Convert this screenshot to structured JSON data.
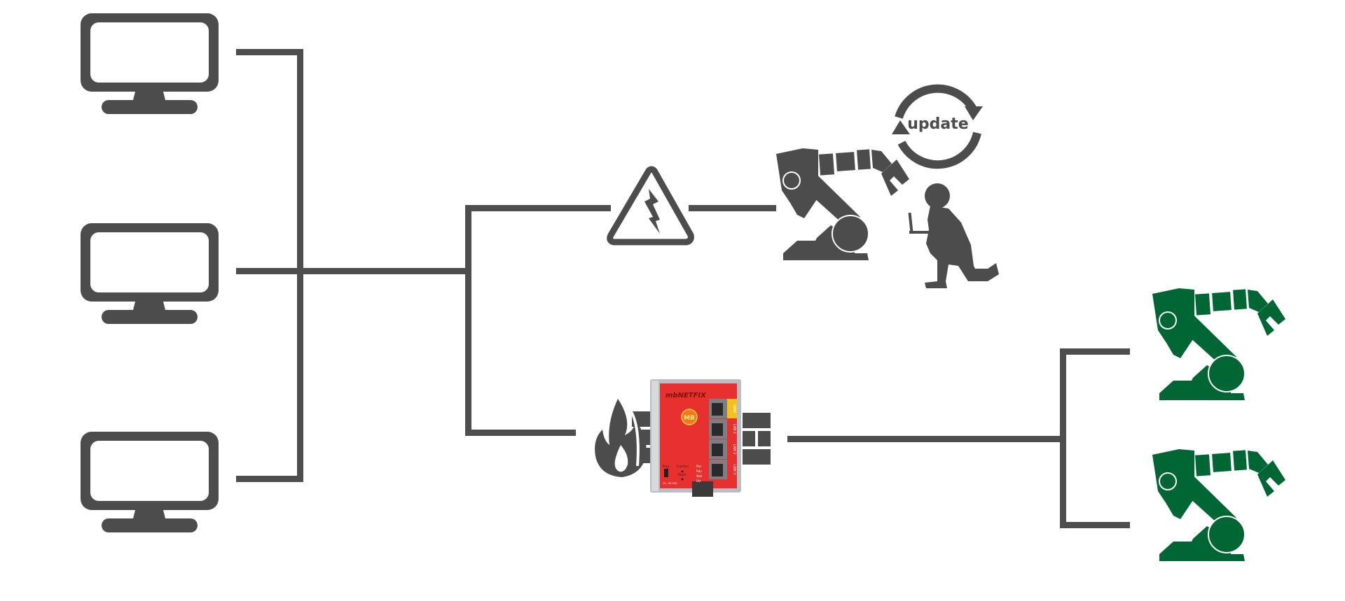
{
  "diagram": {
    "colors": {
      "line": "#4f4e4f",
      "icon_dark": "#4d4c4d",
      "robot_green": "#006633",
      "device_red": "#e8312f",
      "device_yellow": "#f5c21b",
      "device_silver": "#b9bec4"
    },
    "computers": [
      {
        "icon": "monitor-icon"
      },
      {
        "icon": "monitor-icon"
      },
      {
        "icon": "monitor-icon"
      }
    ],
    "upper_branch": {
      "hazard_icon": "high-voltage-warning-icon",
      "robot_icon": "industrial-robot-icon",
      "technician_icon": "technician-with-laptop-icon",
      "update_label": "update"
    },
    "lower_branch": {
      "firewall_icon": "firewall-icon",
      "device": {
        "brand": "mbNETFIX",
        "logo": "MB",
        "ports": [
          "WAN",
          "LAN 1",
          "LAN 2",
          "LAN 3"
        ],
        "leds": [
          "Pwr",
          "Rdy",
          "Stat",
          "Usr"
        ],
        "buttons": [
          "Function",
          "Reset"
        ],
        "usb_label": "Prog",
        "power_label": "12...30 VDC"
      },
      "robots": [
        {
          "icon": "industrial-robot-icon"
        },
        {
          "icon": "industrial-robot-icon"
        }
      ]
    }
  }
}
